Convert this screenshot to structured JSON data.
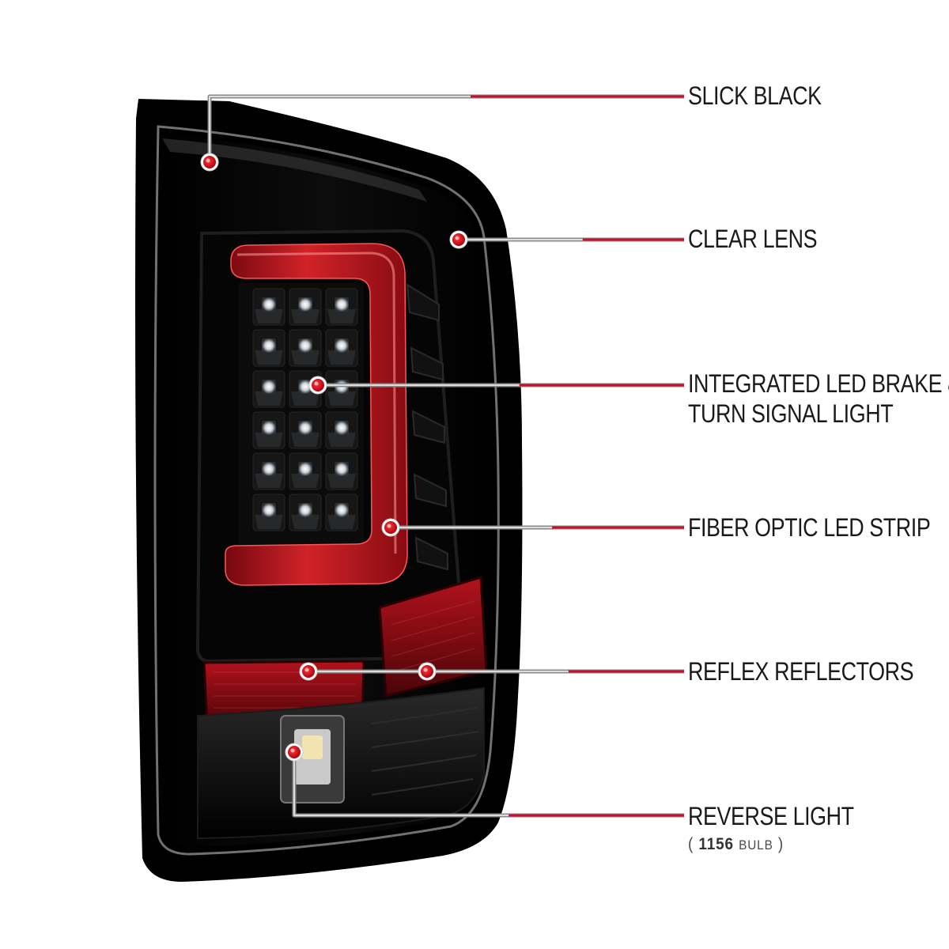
{
  "callouts": [
    {
      "id": "slick-black",
      "lines": [
        "SLICK BLACK"
      ]
    },
    {
      "id": "clear-lens",
      "lines": [
        "CLEAR LENS"
      ]
    },
    {
      "id": "led-brake-turn",
      "lines": [
        "INTEGRATED LED BRAKE &",
        "TURN SIGNAL LIGHT"
      ]
    },
    {
      "id": "fiber-optic",
      "lines": [
        "FIBER OPTIC LED STRIP"
      ]
    },
    {
      "id": "reflex-reflectors",
      "lines": [
        "REFLEX REFLECTORS"
      ]
    },
    {
      "id": "reverse-light",
      "lines": [
        "REVERSE LIGHT"
      ]
    }
  ],
  "reverse_note": {
    "open": "(",
    "number": "1156",
    "unit": "BULB",
    "close": ")"
  },
  "colors": {
    "callout_line": "#c8102e",
    "leader_gray": "#8a8a8a",
    "marker_red": "#d4001a",
    "housing": "#050505",
    "led_tube": "#c4141c"
  },
  "led_grid": {
    "rows": 6,
    "columns": 3
  }
}
